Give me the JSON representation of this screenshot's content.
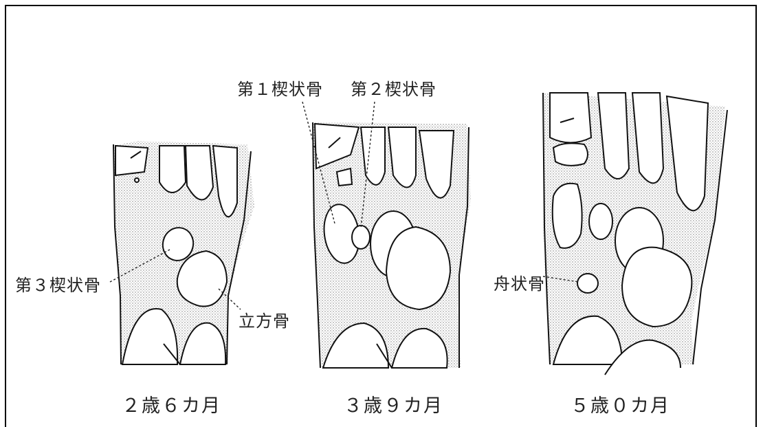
{
  "labels": {
    "first_cuneiform": "第１楔状骨",
    "second_cuneiform": "第２楔状骨",
    "third_cuneiform": "第３楔状骨",
    "cuboid": "立方骨",
    "navicular": "舟状骨"
  },
  "ages": [
    "２歳６カ月",
    "３歳９カ月",
    "５歳０カ月"
  ]
}
